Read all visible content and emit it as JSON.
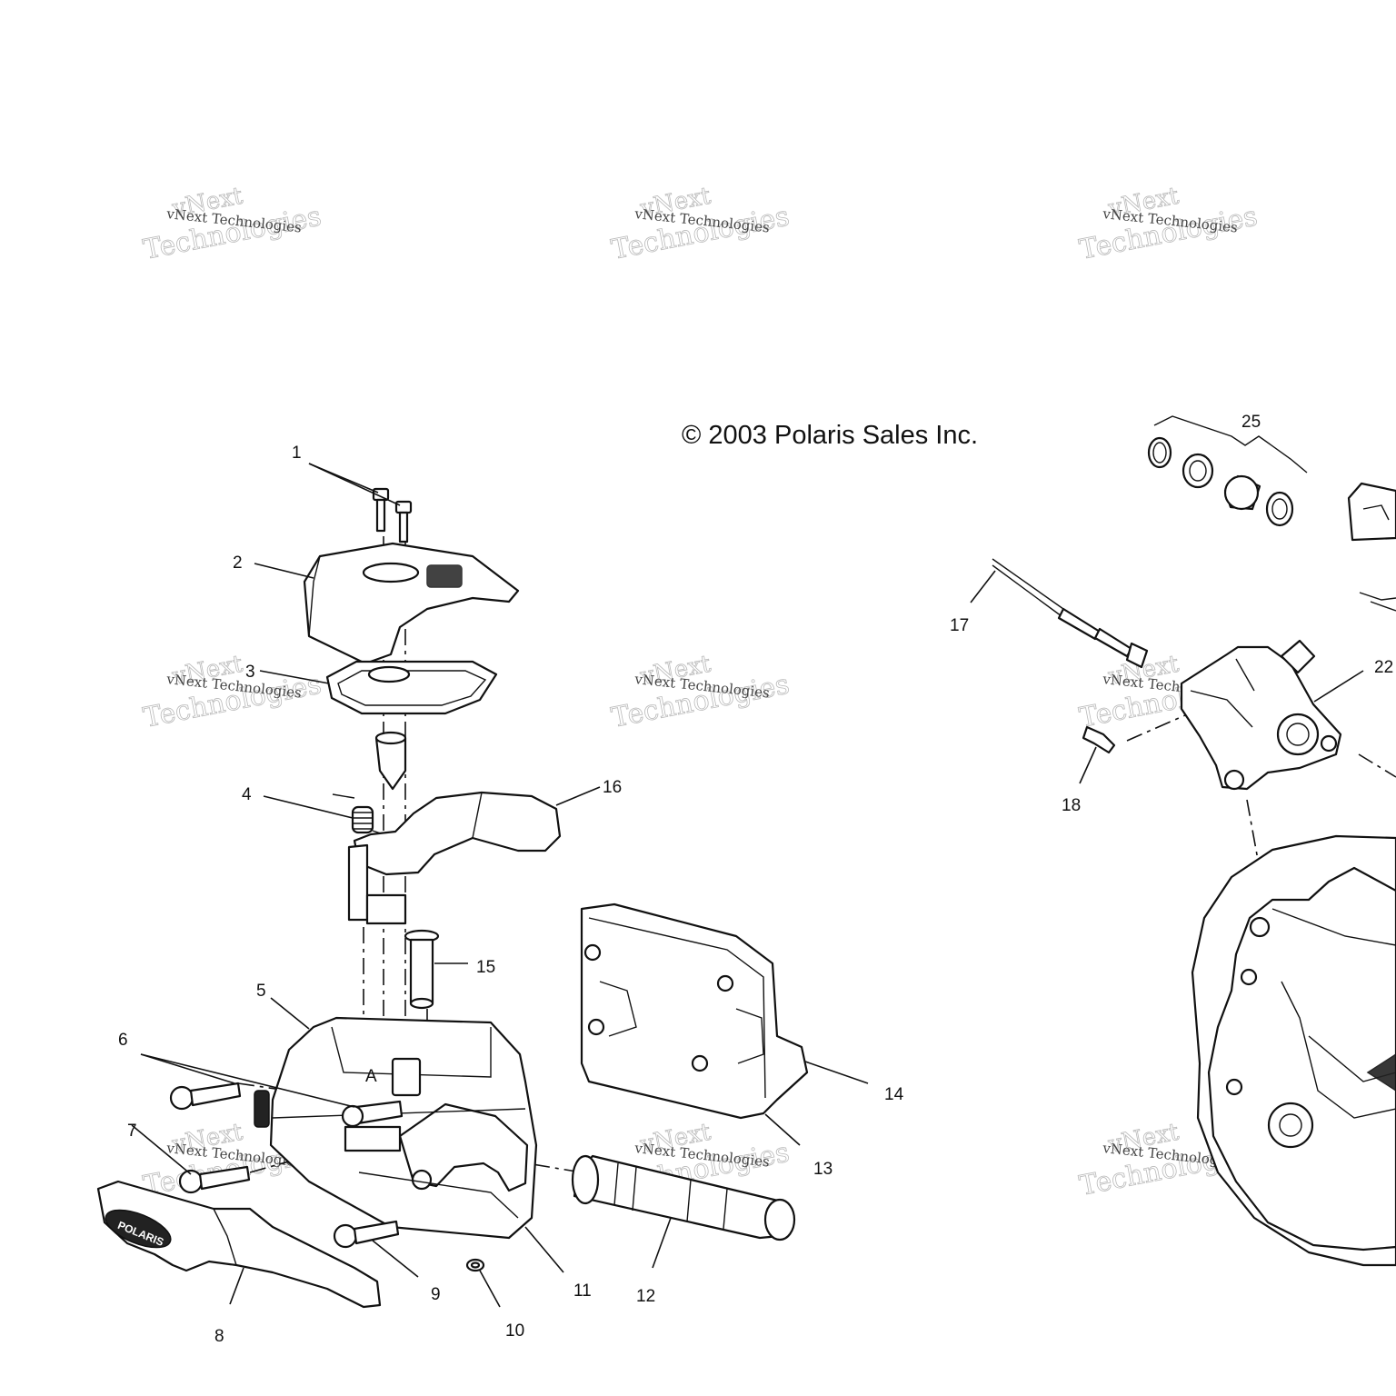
{
  "copyright": "© 2003 Polaris Sales Inc.",
  "watermark": {
    "line1": "vNext",
    "line2": "vNext Technologies",
    "line3": "Technologies"
  },
  "callouts": [
    "1",
    "2",
    "3",
    "4",
    "5",
    "6",
    "7",
    "8",
    "9",
    "10",
    "11",
    "12",
    "13",
    "14",
    "15",
    "16",
    "17",
    "18",
    "22",
    "25"
  ],
  "lever_logo_text": "POLARIS"
}
